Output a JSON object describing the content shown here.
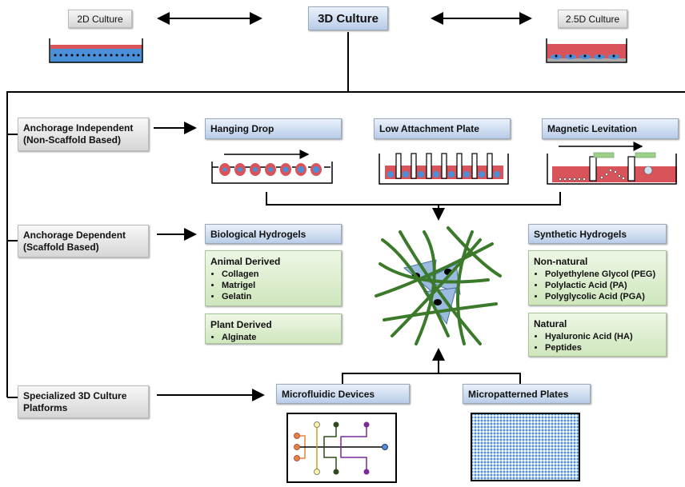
{
  "top": {
    "left": "2D Culture",
    "center": "3D Culture",
    "right": "2.5D Culture"
  },
  "categories": [
    {
      "line1": "Anchorage Independent",
      "line2": "(Non-Scaffold Based)"
    },
    {
      "line1": "Anchorage Dependent",
      "line2": "(Scaffold Based)"
    },
    {
      "line1": "Specialized 3D Culture",
      "line2": "Platforms"
    }
  ],
  "methods": [
    "Hanging Drop",
    "Low Attachment Plate",
    "Magnetic Levitation"
  ],
  "biological": {
    "title": "Biological Hydrogels",
    "groups": [
      {
        "title": "Animal Derived",
        "items": [
          "Collagen",
          "Matrigel",
          "Gelatin"
        ]
      },
      {
        "title": "Plant Derived",
        "items": [
          "Alginate"
        ]
      }
    ]
  },
  "synthetic": {
    "title": "Synthetic Hydrogels",
    "groups": [
      {
        "title": "Non-natural",
        "items": [
          "Polyethylene Glycol (PEG)",
          "Polylactic Acid (PA)",
          "Polyglycolic Acid (PGA)"
        ]
      },
      {
        "title": "Natural",
        "items": [
          "Hyaluronic Acid (HA)",
          "Peptides"
        ]
      }
    ]
  },
  "platforms": [
    "Microfluidic Devices",
    "Micropatterned Plates"
  ],
  "colors": {
    "medium": "#d9535a",
    "cell": "#4a90d9",
    "fiber": "#3b7a2a",
    "magnet": "#9fd08a"
  }
}
